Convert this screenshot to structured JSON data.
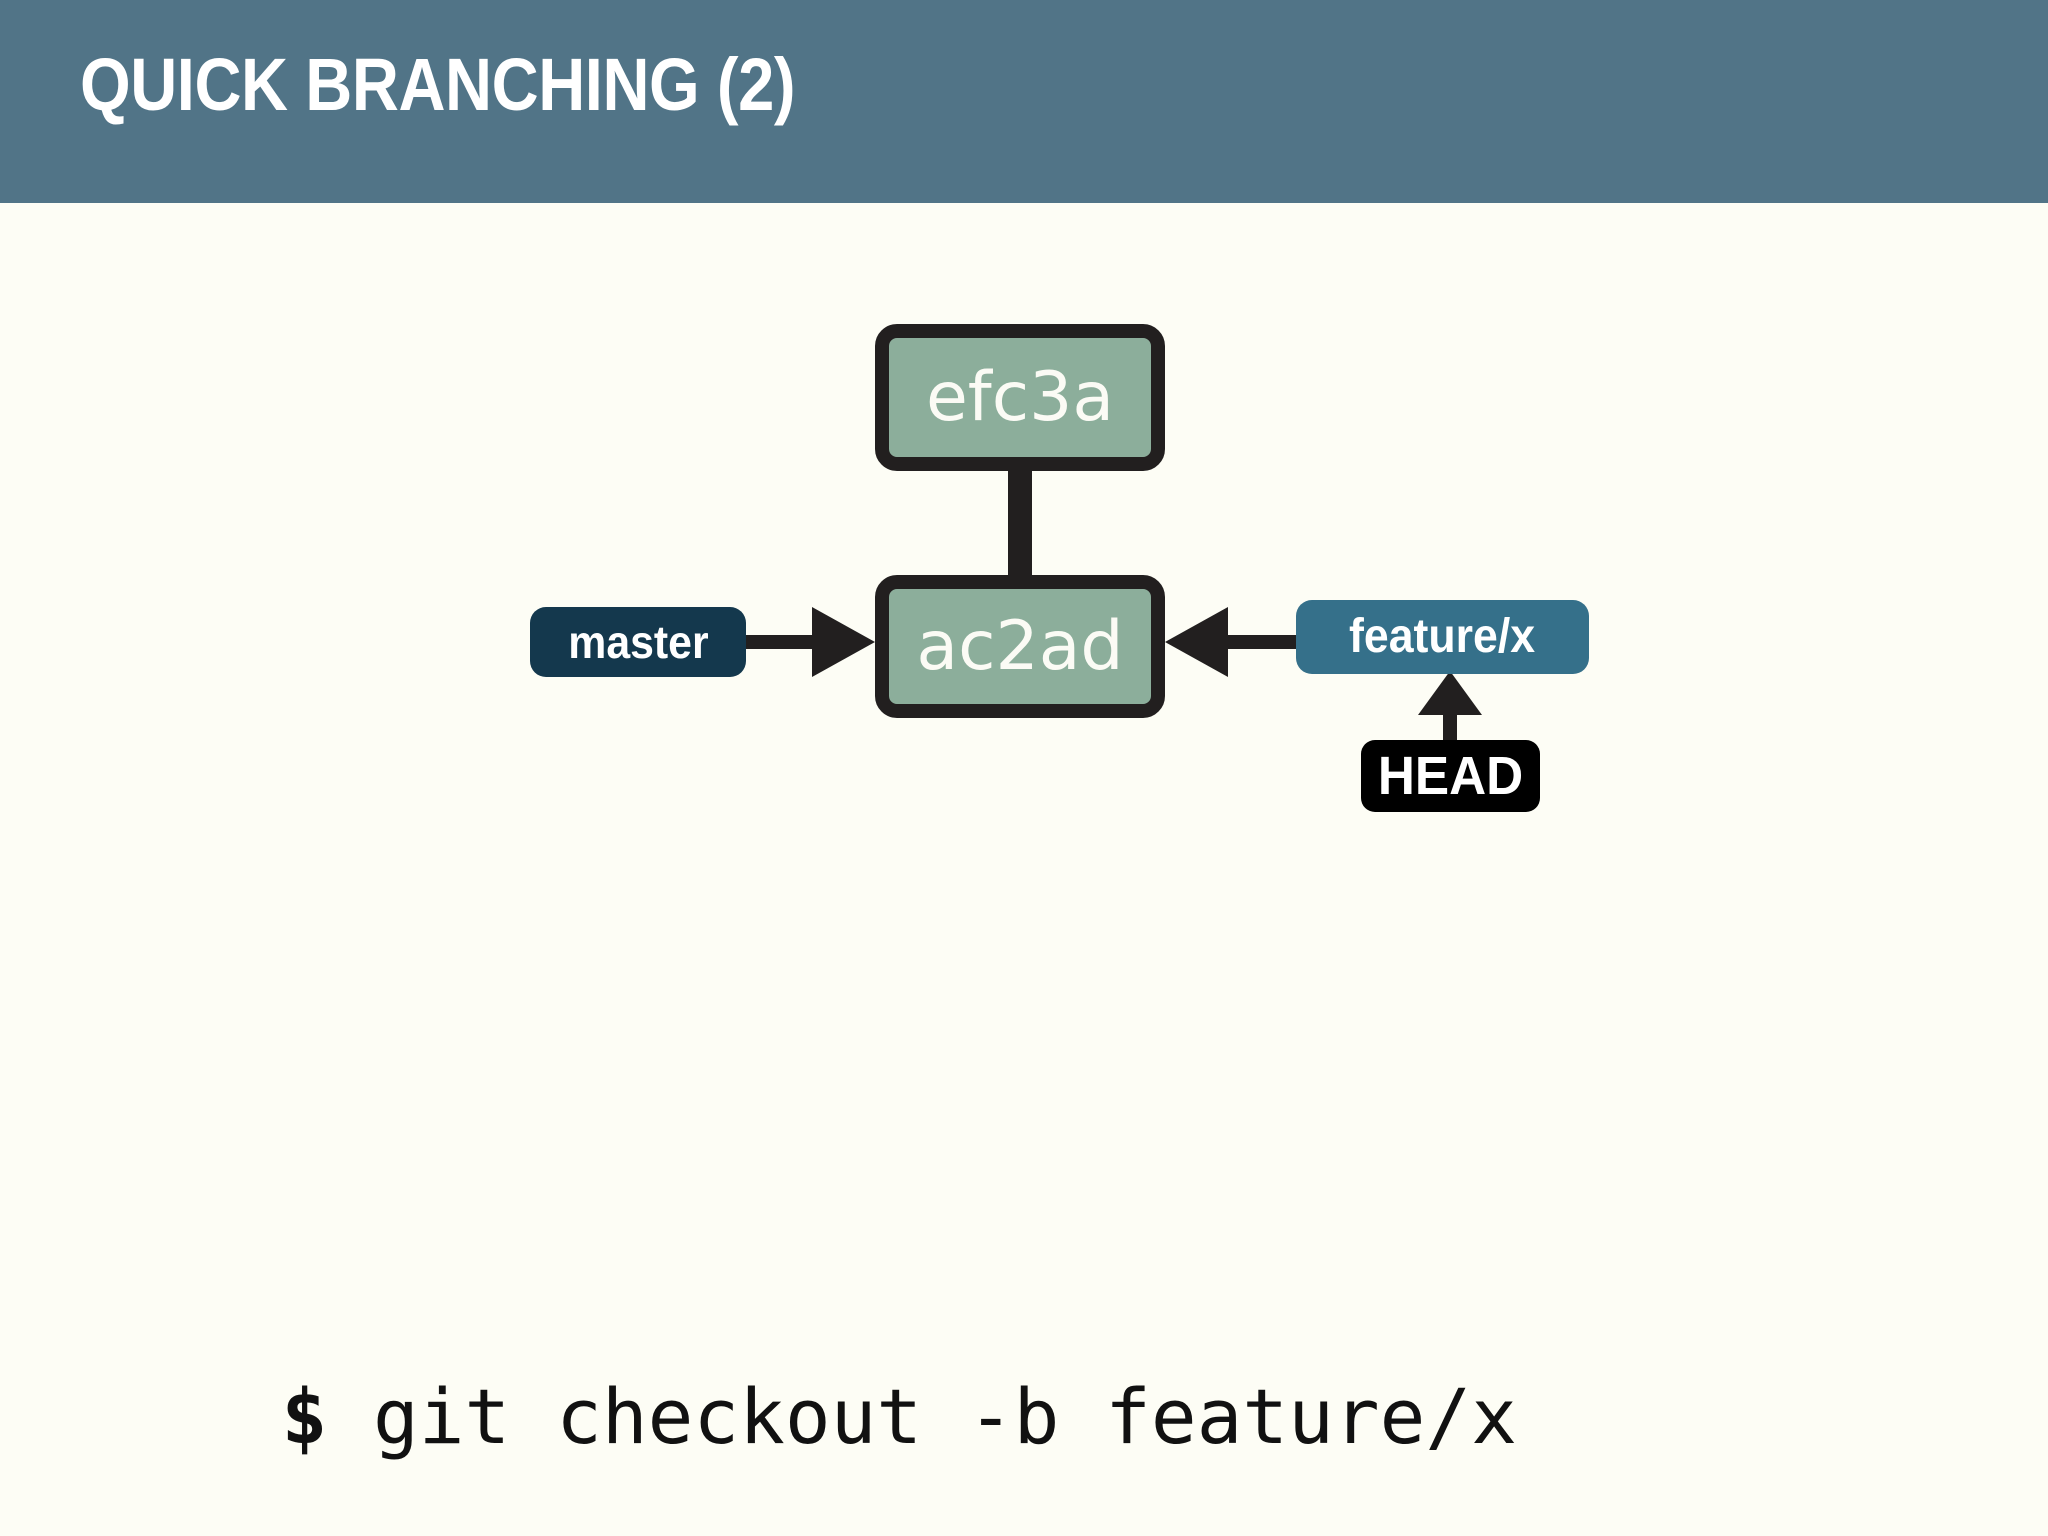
{
  "slide": {
    "title": "QUICK BRANCHING (2)",
    "header_color": "#517487",
    "background_color": "#fdfdf5"
  },
  "diagram": {
    "commits": [
      {
        "id": "efc3a",
        "label": "efc3a",
        "fill": "#8cae9b",
        "border": "#221f1f"
      },
      {
        "id": "ac2ad",
        "label": "ac2ad",
        "fill": "#8cae9b",
        "border": "#221f1f"
      }
    ],
    "refs": [
      {
        "id": "master",
        "label": "master",
        "fill": "#14384d",
        "points_to": "ac2ad"
      },
      {
        "id": "feature",
        "label": "feature/x",
        "fill": "#35708a",
        "points_to": "ac2ad"
      },
      {
        "id": "head",
        "label": "HEAD",
        "fill": "#000000",
        "points_to": "feature/x"
      }
    ],
    "edges": [
      {
        "from": "ac2ad",
        "to": "efc3a",
        "direction": "up"
      },
      {
        "from": "master",
        "to": "ac2ad",
        "direction": "right"
      },
      {
        "from": "feature/x",
        "to": "ac2ad",
        "direction": "left"
      },
      {
        "from": "HEAD",
        "to": "feature/x",
        "direction": "up"
      }
    ],
    "arrow_color": "#221f1f"
  },
  "terminal": {
    "prompt": "$",
    "command": "git checkout -b feature/x",
    "full_line": "$ git checkout -b feature/x"
  }
}
